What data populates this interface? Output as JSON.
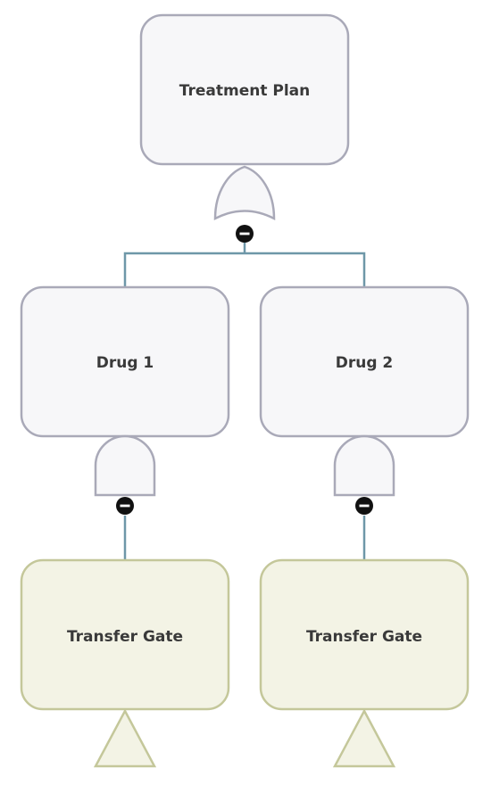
{
  "diagram": {
    "top_event": {
      "label": "Treatment Plan",
      "gate": "or-gate"
    },
    "events": [
      {
        "label": "Drug 1",
        "gate": "and-gate"
      },
      {
        "label": "Drug 2",
        "gate": "and-gate"
      }
    ],
    "transfers": [
      {
        "label": "Transfer Gate",
        "symbol": "transfer-triangle"
      },
      {
        "label": "Transfer Gate",
        "symbol": "transfer-triangle"
      }
    ],
    "collapse_toggle_icon": "minus-circle-icon",
    "colors": {
      "event_fill": "#f7f7f9",
      "event_border": "#a9a9b8",
      "transfer_fill": "#f3f3e5",
      "transfer_border": "#c4c79a",
      "connector": "#6e97a8",
      "toggle": "#111111"
    }
  }
}
